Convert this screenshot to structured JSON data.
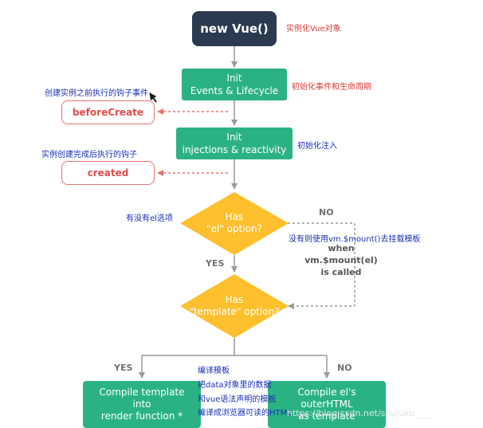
{
  "nodes": {
    "new_vue": "new Vue()",
    "init_events": [
      "Init",
      "Events & Lifecycle"
    ],
    "before_create": "beforeCreate",
    "init_injections": [
      "Init",
      "injections & reactivity"
    ],
    "created": "created",
    "has_el": [
      "Has",
      "\"el\" option?"
    ],
    "has_template": [
      "Has",
      "\"template\" option?"
    ],
    "compile_template": [
      "Compile template",
      "into",
      "render function *"
    ],
    "compile_el": [
      "Compile el's",
      "outerHTML",
      "as template"
    ]
  },
  "branches": {
    "no_1": "NO",
    "yes_1": "YES",
    "yes_2": "YES",
    "no_2": "NO"
  },
  "when_text": [
    "when",
    "vm.$mount(el)",
    "is called"
  ],
  "annotations": {
    "instantiate": "实例化Vue对象",
    "init_events_lifecycle": "初始化事件和生命周期",
    "before_create_desc": "创建实例之前执行的钩子事件",
    "init_injection": "初始化注入",
    "created_desc": "实例创建完成后执行的钩子",
    "has_el_option": "有没有el选项",
    "no_el_mount": "没有则使用vm.$mount()去挂载模板",
    "compile_notes": [
      "编译模板",
      "把data对象里的数据",
      "和vue语法声明的模板",
      "编译成浏览器可读的HTML"
    ]
  },
  "watermark": "https://blog.csdn.net/shujuku____",
  "colors": {
    "dark_node": "#2b3a4e",
    "green_node": "#2bb283",
    "hook_red": "#e54b4b",
    "decision_orange": "#ffc02e",
    "annotation_red": "#d93b3b",
    "annotation_blue": "#1a2fb5"
  }
}
